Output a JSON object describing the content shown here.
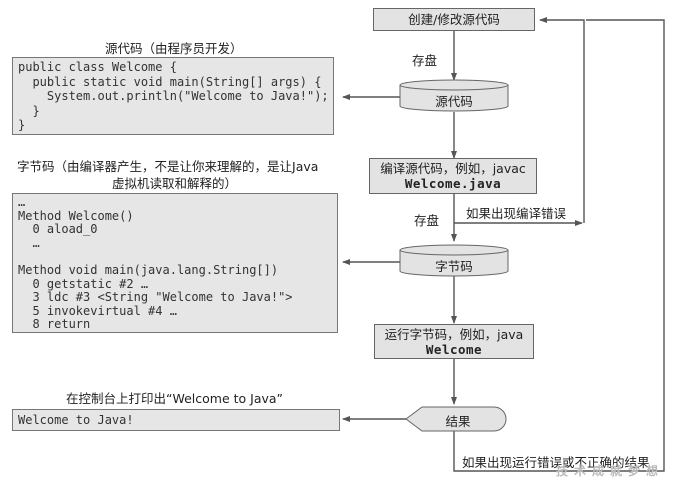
{
  "source_panel": {
    "caption": "源代码（由程序员开发）",
    "lines": [
      "public class Welcome {",
      "  public static void main(String[] args) {",
      "    System.out.println(\"Welcome to Java!\");",
      "  }",
      "}"
    ]
  },
  "bytecode_panel": {
    "caption_line1": "字节码（由编译器产生，不是让你来理解的，是让Java",
    "caption_line2": "虚拟机读取和解释的）",
    "lines": [
      "…",
      "Method Welcome()",
      "  0 aload_0",
      "  …",
      "",
      "Method void main(java.lang.String[])",
      "  0 getstatic #2 …",
      "  3 ldc #3 <String \"Welcome to Java!\">",
      "  5 invokevirtual #4 …",
      "  8 return"
    ]
  },
  "console_panel": {
    "caption": "在控制台上打印出“Welcome to Java”",
    "output": "Welcome to Java!"
  },
  "flow": {
    "create_edit": "创建/修改源代码",
    "save1": "存盘",
    "source_store": "源代码",
    "compile_line1": "编译源代码，例如，javac",
    "compile_line2": "Welcome.java",
    "save2": "存盘",
    "compile_error": "如果出现编译错误",
    "bytecode_store": "字节码",
    "run_line1": "运行字节码，例如，java",
    "run_line2": "Welcome",
    "result": "结果",
    "runtime_error": "如果出现运行错误或不正确的结果"
  },
  "watermark": "技术成就梦想",
  "colors": {
    "box_fill": "#e3e3e3",
    "line": "#555555"
  }
}
